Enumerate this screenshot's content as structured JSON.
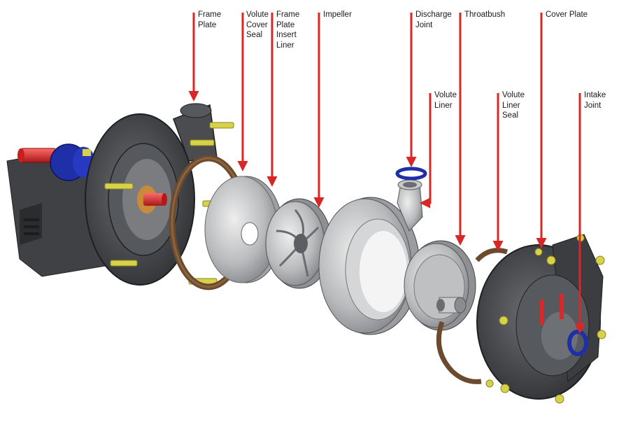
{
  "colors": {
    "arrow": "#d92626",
    "metal_dark": "#3b3d40",
    "metal_light": "#c9cacc",
    "seal": "#6b4a2e",
    "blue": "#1f2fa8",
    "bolt": "#d8d24a",
    "shaft_red": "#d42a2a"
  },
  "labels": {
    "frame_plate": "Frame\nPlate",
    "volute_cover_seal": "Volute\nCover\nSeal",
    "frame_plate_insert_liner": "Frame\nPlate\nInsert\nLiner",
    "impeller": "Impeller",
    "discharge_joint": "Discharge\nJoint",
    "throatbush": "Throatbush",
    "cover_plate": "Cover Plate",
    "volute_liner": "Volute\nLiner",
    "volute_liner_seal": "Volute\nLiner\nSeal",
    "intake_joint": "Intake\nJoint"
  }
}
